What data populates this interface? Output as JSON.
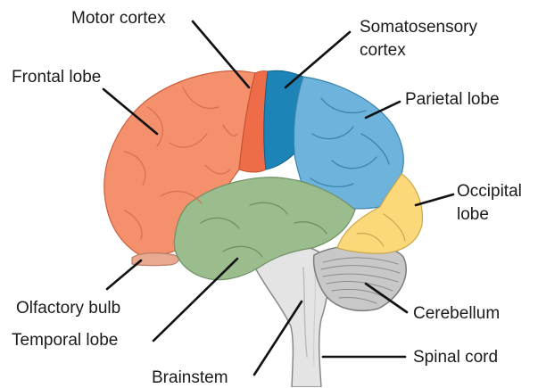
{
  "labels": {
    "motor_cortex": "Motor cortex",
    "somatosensory_line1": "Somatosensory",
    "somatosensory_line2": "cortex",
    "frontal_lobe": "Frontal lobe",
    "parietal_lobe": "Parietal lobe",
    "occipital_line1": "Occipital",
    "occipital_line2": "lobe",
    "olfactory_bulb": "Olfactory bulb",
    "cerebellum": "Cerebellum",
    "temporal_lobe": "Temporal lobe",
    "spinal_cord": "Spinal cord",
    "brainstem": "Brainstem"
  },
  "colors": {
    "frontal": "#f4906b",
    "motor": "#ee6c47",
    "somatosensory": "#1d84b8",
    "parietal": "#6db3db",
    "occipital": "#fbd97a",
    "temporal": "#9bbd8e",
    "cerebellum": "#c8c8c8",
    "brainstem": "#e4e4e4",
    "leader_lines": "#111111"
  }
}
